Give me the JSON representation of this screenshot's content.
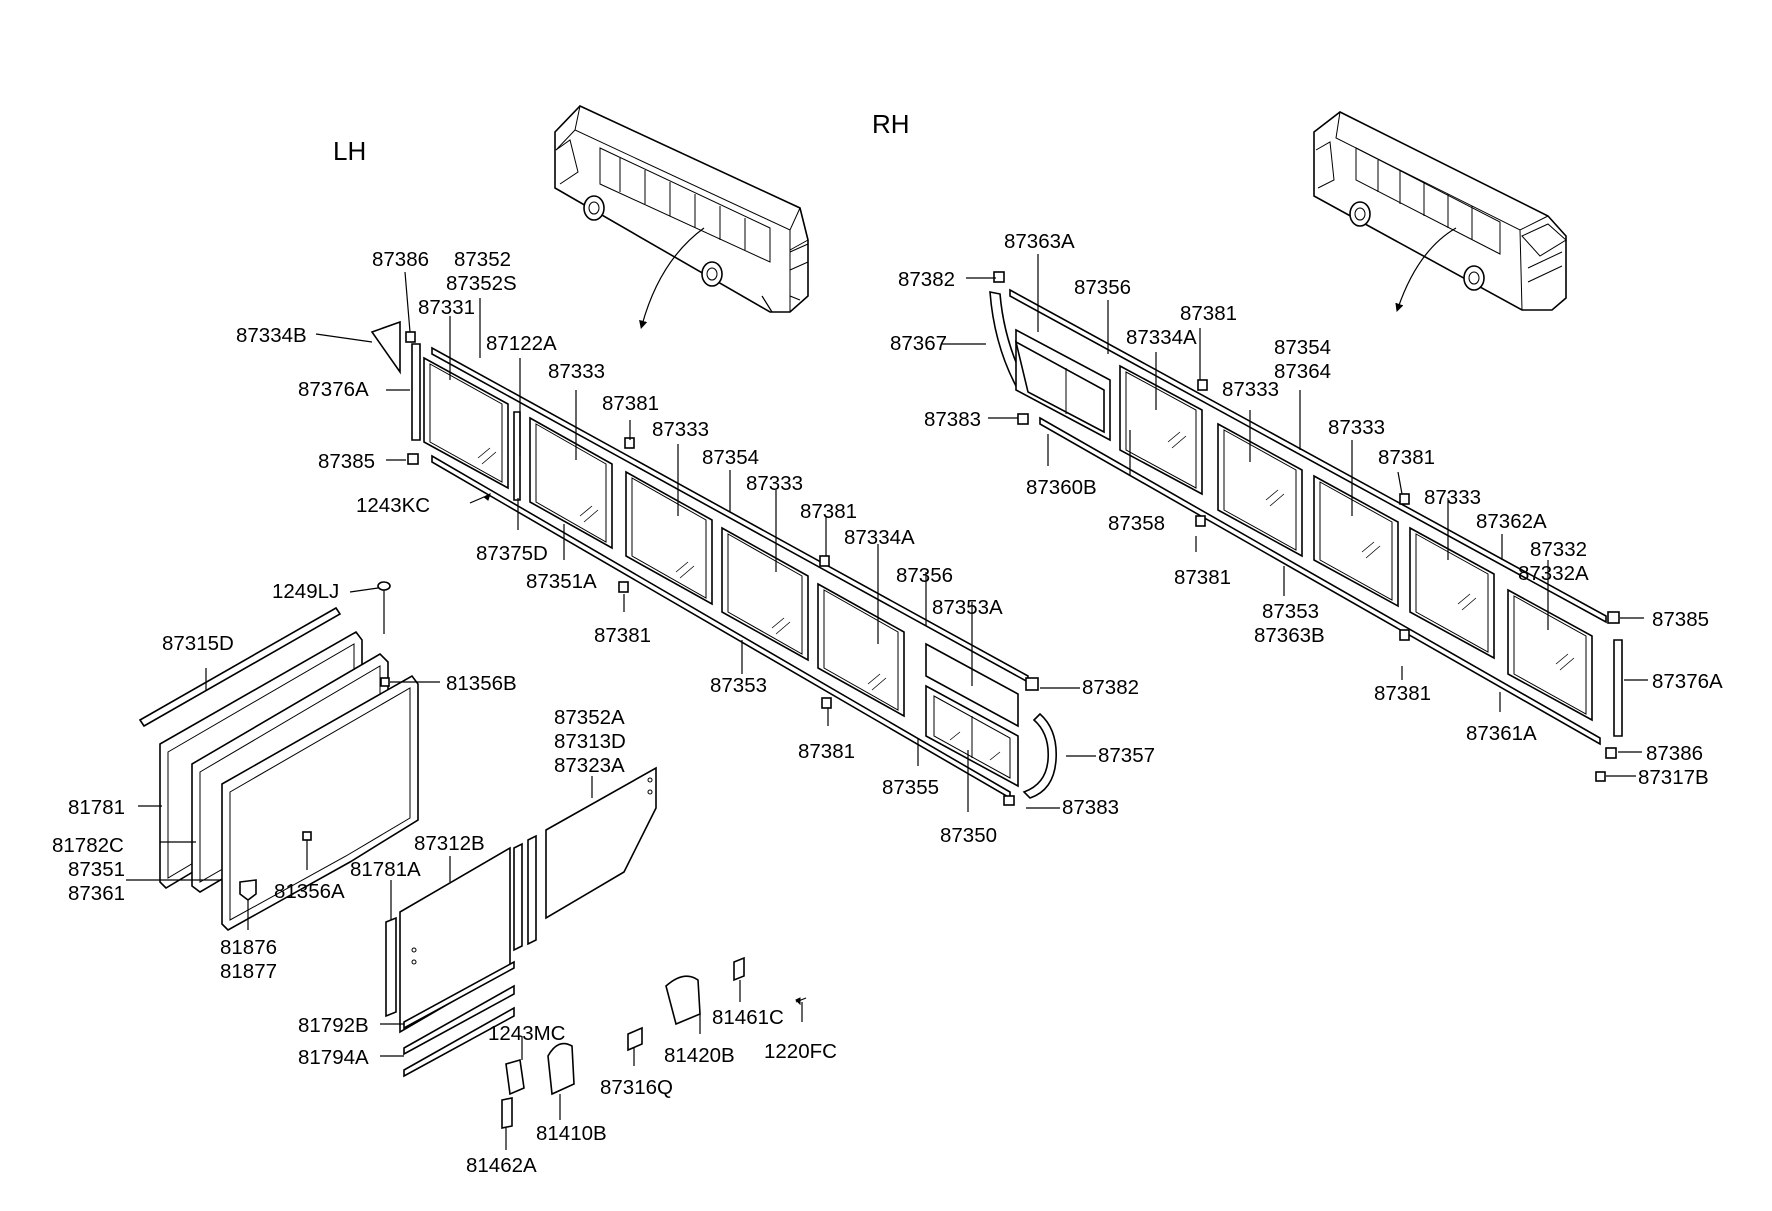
{
  "sides": {
    "lh": "LH",
    "rh": "RH"
  },
  "callouts": {
    "lh_87386": "87386",
    "lh_87352": "87352",
    "lh_87352S": "87352S",
    "lh_87331": "87331",
    "lh_87122A": "87122A",
    "lh_87334B": "87334B",
    "lh_87376A": "87376A",
    "lh_87385": "87385",
    "lh_1243KC": "1243KC",
    "lh_87375D": "87375D",
    "lh_87351A": "87351A",
    "lh_87333_a": "87333",
    "lh_87381_a": "87381",
    "lh_87333_b": "87333",
    "lh_87354": "87354",
    "lh_87333_c": "87333",
    "lh_87381_b": "87381",
    "lh_87334A": "87334A",
    "lh_87356": "87356",
    "lh_87353A": "87353A",
    "lh_87381_c": "87381",
    "lh_87353": "87353",
    "lh_87382": "87382",
    "lh_87381_d": "87381",
    "lh_87357": "87357",
    "lh_87355": "87355",
    "lh_87383": "87383",
    "lh_87350": "87350",
    "door_1249LJ": "1249LJ",
    "door_87315D": "87315D",
    "door_81356B": "81356B",
    "door_81781": "81781",
    "door_81782C": "81782C",
    "door_87351": "87351",
    "door_87361": "87361",
    "door_81356A": "81356A",
    "door_81876": "81876",
    "door_81877": "81877",
    "door_87352A": "87352A",
    "door_87313D": "87313D",
    "door_87323A": "87323A",
    "door_87312B": "87312B",
    "door_81781A": "81781A",
    "door_81792B": "81792B",
    "door_81794A": "81794A",
    "door_1243MC": "1243MC",
    "door_81410B": "81410B",
    "door_81462A": "81462A",
    "door_87316Q": "87316Q",
    "door_81420B": "81420B",
    "door_81461C": "81461C",
    "door_1220FC": "1220FC",
    "rh_87363A": "87363A",
    "rh_87382": "87382",
    "rh_87356": "87356",
    "rh_87381_a": "87381",
    "rh_87367": "87367",
    "rh_87334A": "87334A",
    "rh_87354": "87354",
    "rh_87364": "87364",
    "rh_87333_a": "87333",
    "rh_87383": "87383",
    "rh_87333_b": "87333",
    "rh_87381_b": "87381",
    "rh_87360B": "87360B",
    "rh_87358": "87358",
    "rh_87333_c": "87333",
    "rh_87362A": "87362A",
    "rh_87332": "87332",
    "rh_87332A": "87332A",
    "rh_87381_c": "87381",
    "rh_87353": "87353",
    "rh_87363B": "87363B",
    "rh_87385": "87385",
    "rh_87376A": "87376A",
    "rh_87381_d": "87381",
    "rh_87361A": "87361A",
    "rh_87386": "87386",
    "rh_87317B": "87317B"
  }
}
